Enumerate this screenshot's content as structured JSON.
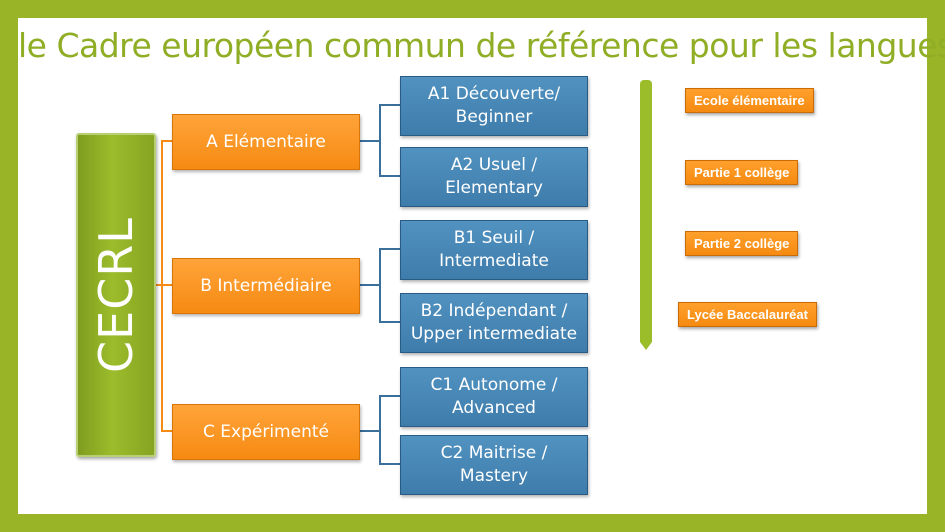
{
  "title": "le Cadre européen commun de référence pour les langues",
  "root": {
    "label": "CECRL"
  },
  "levels": [
    {
      "label": "A Elémentaire",
      "subs": [
        "A1 Découverte/\nBeginner",
        "A2 Usuel /\nElementary"
      ]
    },
    {
      "label": "B Intermédiaire",
      "subs": [
        "B1 Seuil /\nIntermediate",
        "B2 Indépendant /\nUpper intermediate"
      ]
    },
    {
      "label": "C Expérimenté",
      "subs": [
        "C1 Autonome  /\nAdvanced",
        "C2 Maitrise /\nMastery"
      ]
    }
  ],
  "stages": [
    "Ecole élémentaire",
    "Partie 1 collège",
    "Partie 2 collège",
    "Lycée Baccalauréat"
  ],
  "colors": {
    "background": "#9ab427",
    "title": "#8fad25",
    "level_box": "#f68a12",
    "sub_box": "#3e7cab",
    "root_box": "#8fab22"
  }
}
